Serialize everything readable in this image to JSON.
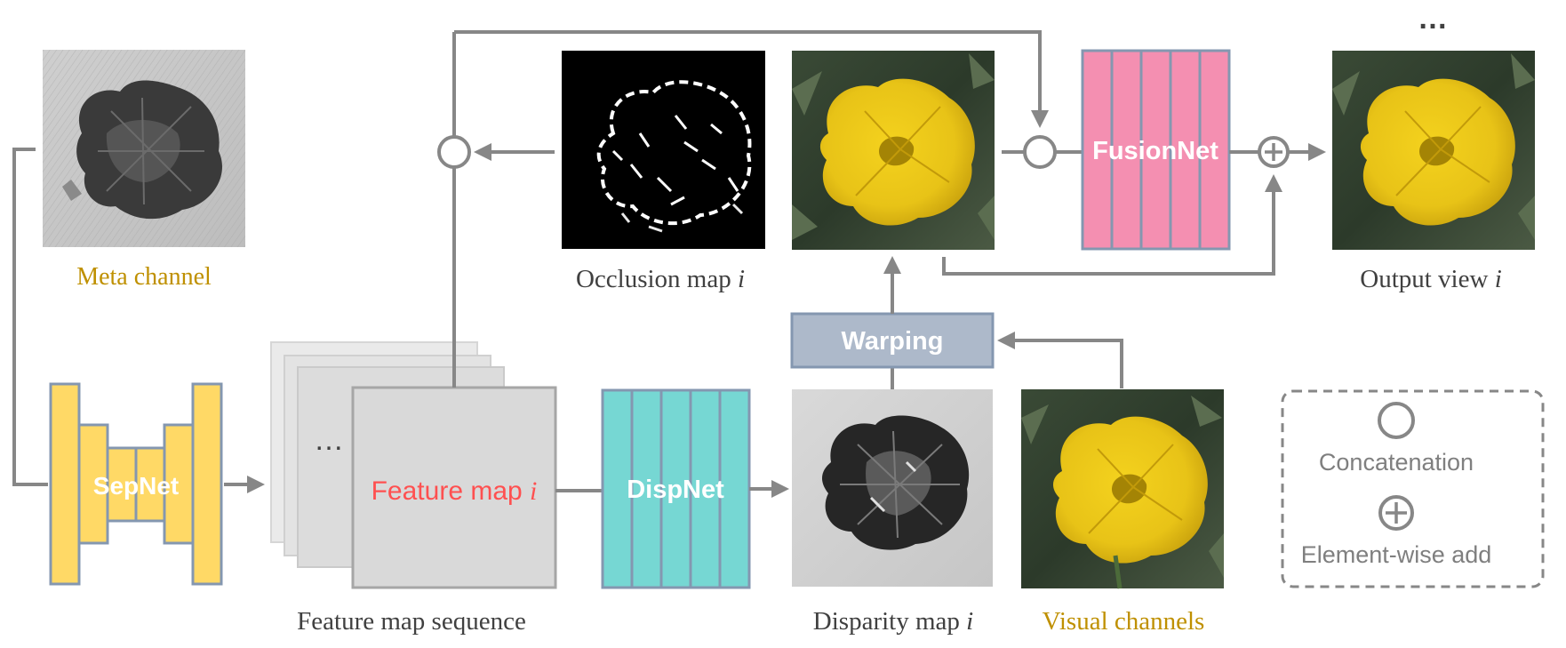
{
  "colors": {
    "arrow": "#878787",
    "yellow_net": "#ffd966",
    "pink_net": "#f48fb1",
    "teal_net": "#76d7d3",
    "net_border": "#8497b0",
    "warping_fill": "#adb9ca",
    "gold_text": "#bf9000",
    "red_text": "#ff5050",
    "dark_text": "#404040",
    "legend_text": "#7f7f7f"
  },
  "labels": {
    "meta_channel": "Meta channel",
    "occlusion_map": "Occlusion map",
    "output_view": "Output view",
    "feature_map_sequence": "Feature map sequence",
    "disparity_map": "Disparity map",
    "visual_channels": "Visual channels",
    "feature_map": "Feature map",
    "index_var": "i",
    "stack_dots": "…",
    "top_dots": "…"
  },
  "nets": {
    "sepnet": "SepNet",
    "dispnet": "DispNet",
    "fusionnet": "FusionNet",
    "warping": "Warping"
  },
  "legend": {
    "concat": "Concatenation",
    "add": "Element-wise add"
  },
  "icons": {
    "concat_symbol": "circle-icon",
    "add_symbol": "circle-plus-icon"
  }
}
